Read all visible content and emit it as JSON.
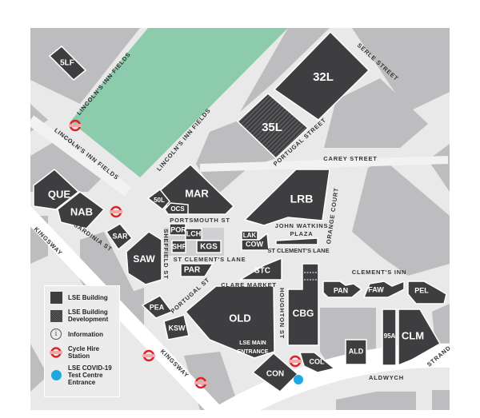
{
  "colors": {
    "building": "#3e3e40",
    "block": "#bdbdbf",
    "road": "#e9e9e9",
    "park": "#8dcbad",
    "cycle_hire": "#dc2428",
    "covid_entrance": "#1ea8e0"
  },
  "buildings": {
    "b5lf": "5LF",
    "b32l": "32L",
    "b35l": "35L",
    "mar": "MAR",
    "b50l": "50L",
    "ocs": "OCS",
    "lrb": "LRB",
    "que": "QUE",
    "nab": "NAB",
    "sar": "SAR",
    "saw": "SAW",
    "por": "POR",
    "lch": "LCH",
    "shf": "SHF",
    "kgs": "KGS",
    "lak": "LAK",
    "cow": "COW",
    "par": "PAR",
    "stc": "STC",
    "pea": "PEA",
    "ksw": "KSW",
    "old": "OLD",
    "cbg": "CBG",
    "con": "CON",
    "col": "COL",
    "pan": "PAN",
    "faw": "FAW",
    "pel": "PEL",
    "ald": "ALD",
    "b95a": "95A",
    "clm": "CLM"
  },
  "streets": {
    "lif_top": "LINCOLN'S INN FIELDS",
    "lif_left": "LINCOLN'S INN FIELDS",
    "lif_mid": "LINCOLN'S INN FIELDS",
    "serle": "SERLE STREET",
    "portugal_n": "PORTUGAL STREET",
    "carey": "CAREY STREET",
    "orange": "ORANGE COURT",
    "portsmouth": "PORTSMOUTH ST",
    "jwp1": "JOHN WATKINS",
    "jwp2": "PLAZA",
    "sclane_e": "ST CLEMENT'S LANE",
    "sclane_w": "ST CLEMENT'S LANE",
    "sheffield": "SHEFFIELD ST",
    "sardinia": "SARDINIA ST",
    "kingsway_n": "KINGSWAY",
    "kingsway_s": "KINGSWAY",
    "portugal_s": "PORTUGAL ST",
    "clare": "CLARE MARKET",
    "clements_inn": "CLEMENT'S INN",
    "houghton": "HOUGHTON ST",
    "main1": "LSE MAIN",
    "main2": "ENTRANCE",
    "aldwych": "ALDWYCH",
    "strand": "STRAND"
  },
  "legend": [
    {
      "icon": "lse-building",
      "label": "LSE Building"
    },
    {
      "icon": "lse-building-development",
      "label": "LSE Building Development"
    },
    {
      "icon": "information",
      "label": "Information"
    },
    {
      "icon": "cycle-hire",
      "label": "Cycle Hire Station"
    },
    {
      "icon": "covid-entrance",
      "label": "LSE COVID-19 Test Centre Entrance"
    }
  ]
}
